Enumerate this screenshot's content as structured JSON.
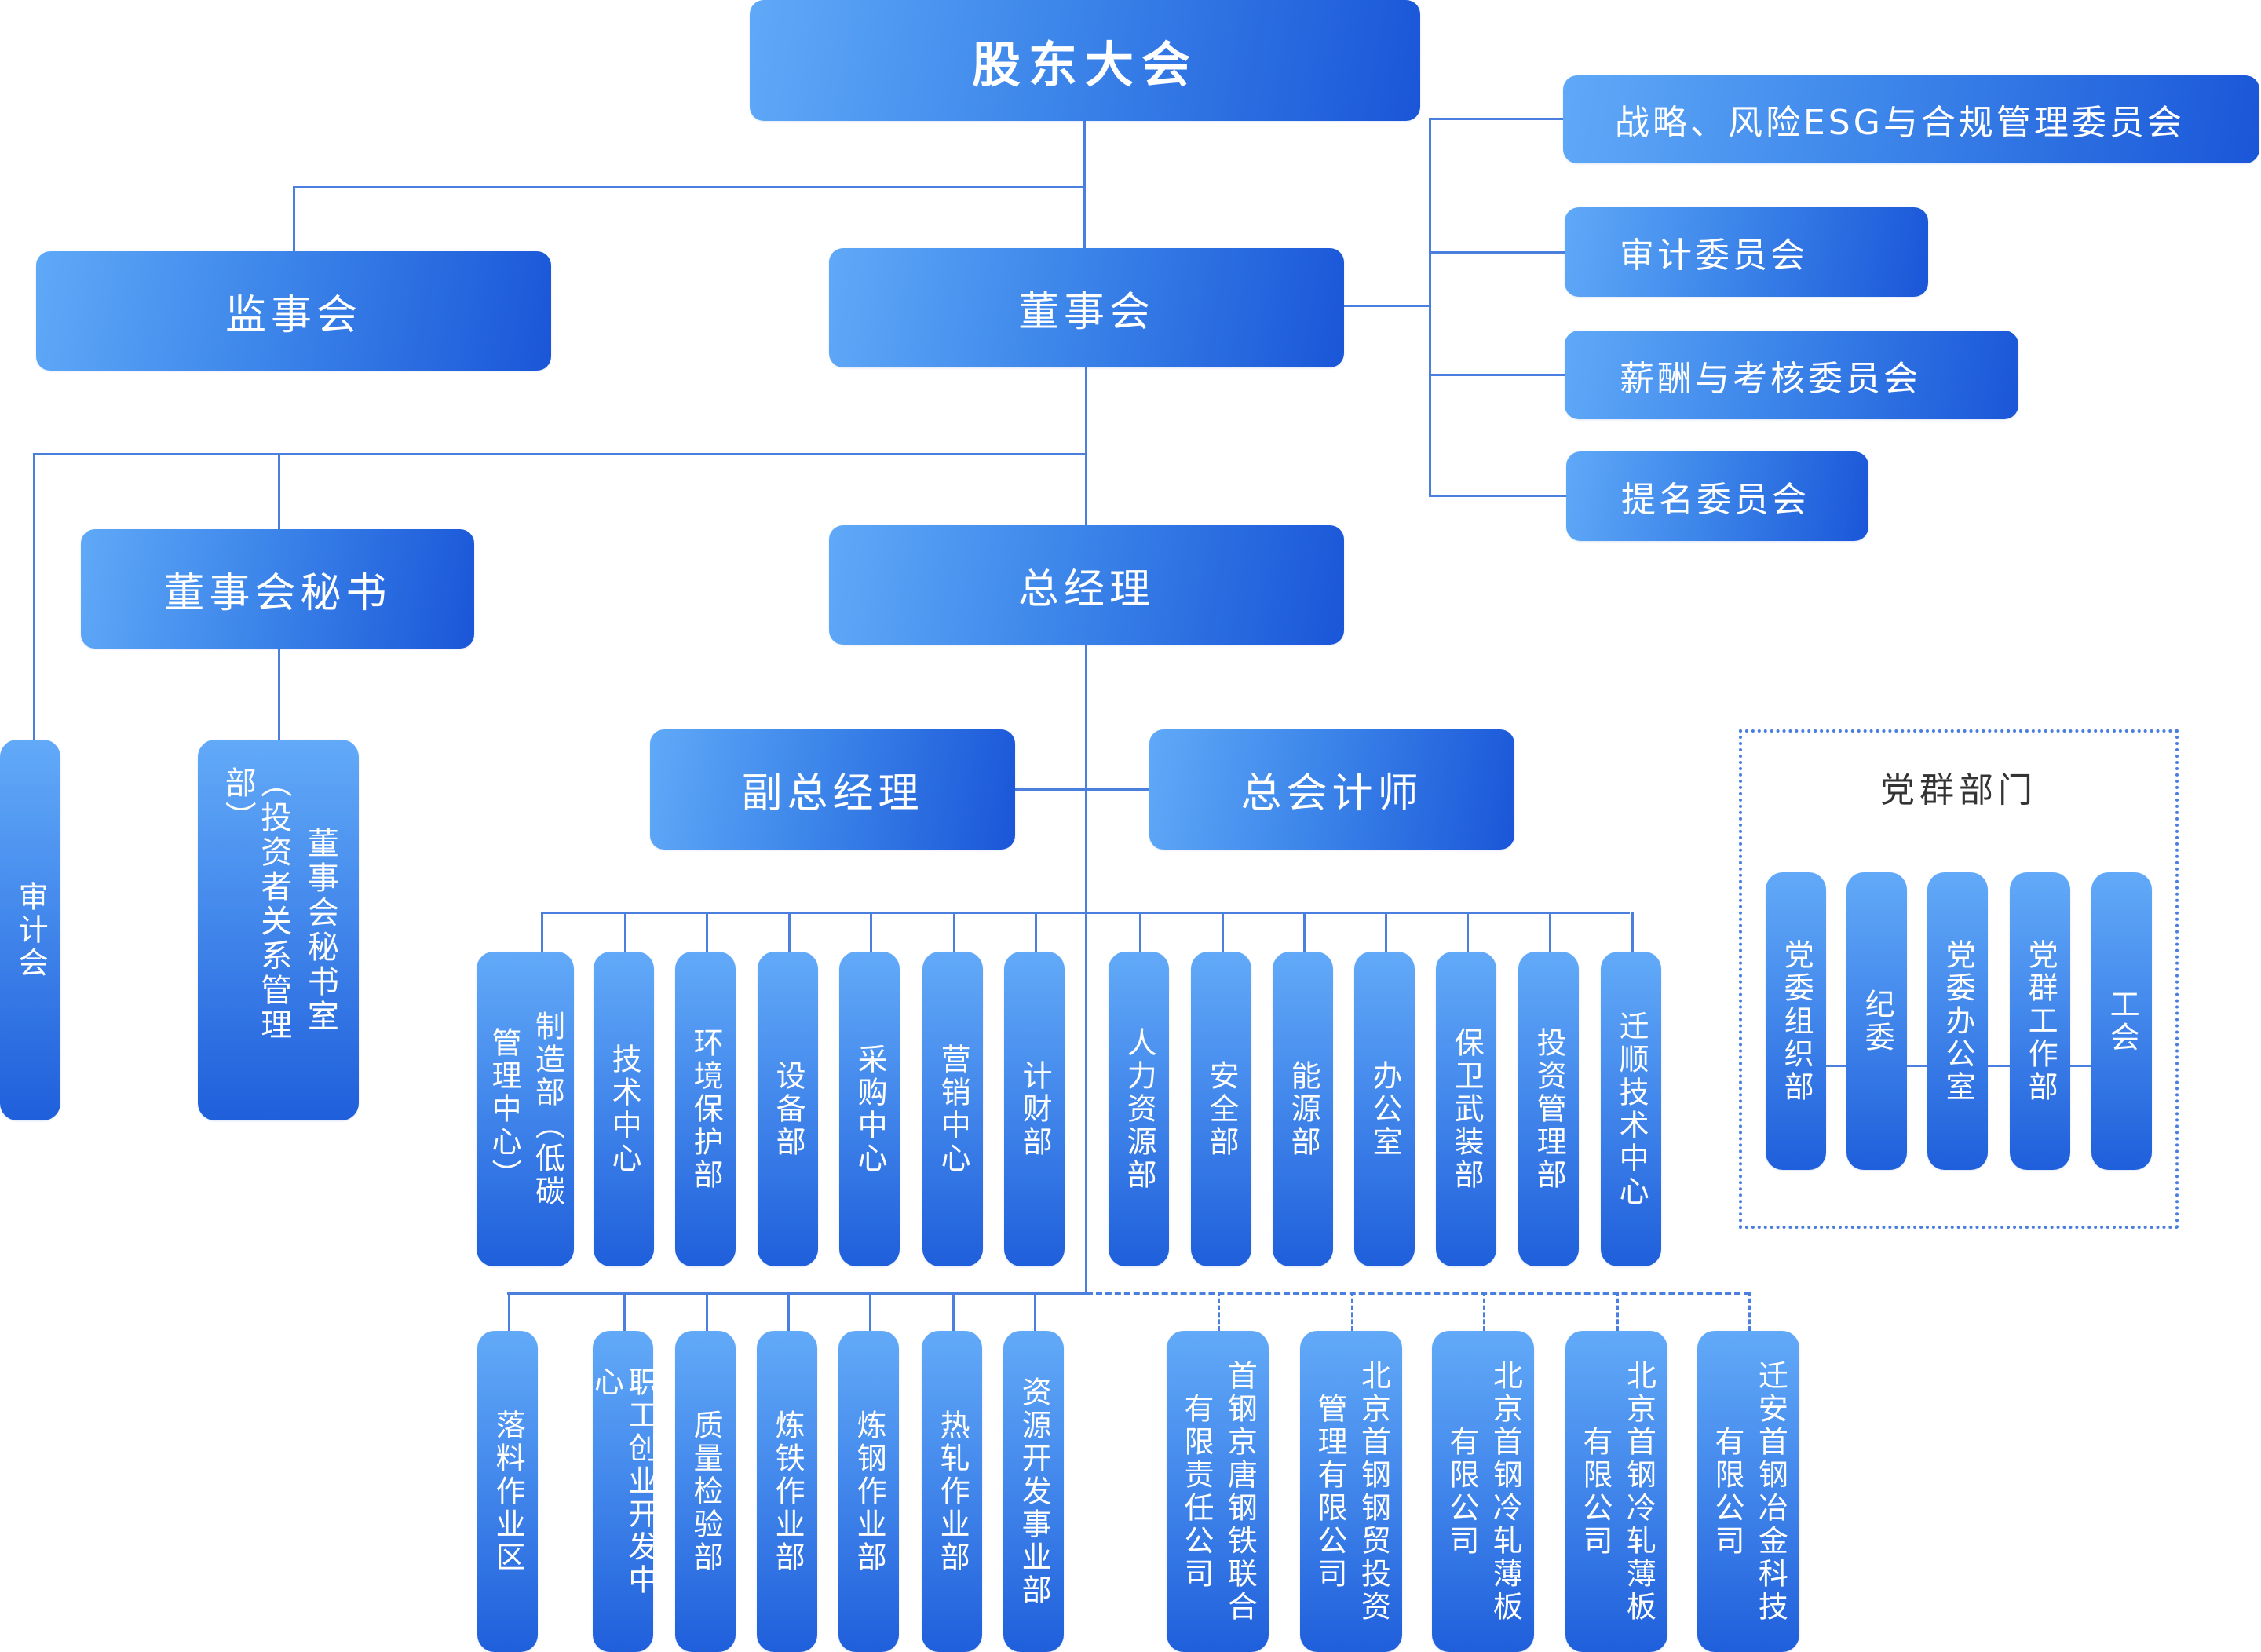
{
  "chart_data": {
    "type": "org-chart",
    "title": "",
    "root": "股东大会",
    "nodes": [
      {
        "id": "shareholders",
        "label": "股东大会",
        "parent": null
      },
      {
        "id": "supervisory",
        "label": "监事会",
        "parent": "shareholders"
      },
      {
        "id": "board",
        "label": "董事会",
        "parent": "shareholders"
      },
      {
        "id": "cmt-strategy",
        "label": "战略、风险ESG与合规管理委员会",
        "parent": "board"
      },
      {
        "id": "cmt-audit",
        "label": "审计委员会",
        "parent": "board"
      },
      {
        "id": "cmt-comp",
        "label": "薪酬与考核委员会",
        "parent": "board"
      },
      {
        "id": "cmt-nom",
        "label": "提名委员会",
        "parent": "board"
      },
      {
        "id": "audit-office",
        "label": "审计会",
        "parent": "board"
      },
      {
        "id": "board-secretary",
        "label": "董事会秘书",
        "parent": "board"
      },
      {
        "id": "board-sec-office",
        "label": "董事会秘书室",
        "sublabel": "（投资者关系管理部）",
        "parent": "board-secretary"
      },
      {
        "id": "gm",
        "label": "总经理",
        "parent": "board"
      },
      {
        "id": "deputy-gm",
        "label": "副总经理",
        "parent": "gm"
      },
      {
        "id": "cfo",
        "label": "总会计师",
        "parent": "gm"
      }
    ],
    "departments_row1": [
      "制造部（低碳管理中心）",
      "技术中心",
      "环境保护部",
      "设备部",
      "采购中心",
      "营销中心",
      "计财部",
      "人力资源部",
      "安全部",
      "能源部",
      "办公室",
      "保卫武装部",
      "投资管理部",
      "迁顺技术中心"
    ],
    "departments_row2": [
      "落料作业区",
      "职工创业开发中心",
      "质量检验部",
      "炼铁作业部",
      "炼钢作业部",
      "热轧作业部",
      "资源开发事业部"
    ],
    "subsidiaries": [
      "首钢京唐钢铁联合有限责任公司",
      "北京首钢钢贸投资管理有限公司",
      "北京首钢冷轧薄板有限公司",
      "北京首钢冷轧薄板有限公司",
      "迁安首钢冶金科技有限公司"
    ],
    "subsidiary_link_style": "dashed",
    "party_group": {
      "title": "党群部门",
      "members": [
        "党委组织部",
        "纪委",
        "党委办公室",
        "党群工作部",
        "工会"
      ]
    }
  },
  "top": {
    "shareholders": "股东大会",
    "supervisory": "监事会",
    "board": "董事会",
    "board_secretary": "董事会秘书",
    "gm": "总经理",
    "deputy_gm": "副总经理",
    "cfo": "总会计师",
    "audit_office": "审计会",
    "board_sec_office_a": "董事会秘书室",
    "board_sec_office_b": "（投资者关系管理部）"
  },
  "committees": [
    "战略、风险ESG与合规管理委员会",
    "审计委员会",
    "薪酬与考核委员会",
    "提名委员会"
  ],
  "row1": [
    {
      "a": "制造部（低碳",
      "b": "管理中心）"
    },
    {
      "a": "技术中心"
    },
    {
      "a": "环境保护部"
    },
    {
      "a": "设备部"
    },
    {
      "a": "采购中心"
    },
    {
      "a": "营销中心"
    },
    {
      "a": "计财部"
    },
    {
      "a": "人力资源部"
    },
    {
      "a": "安全部"
    },
    {
      "a": "能源部"
    },
    {
      "a": "办公室"
    },
    {
      "a": "保卫武装部"
    },
    {
      "a": "投资管理部"
    },
    {
      "a": "迁顺技术中心"
    }
  ],
  "row2": [
    {
      "a": "落料作业区"
    },
    {
      "a": "职工创业开发中心"
    },
    {
      "a": "质量检验部"
    },
    {
      "a": "炼铁作业部"
    },
    {
      "a": "炼钢作业部"
    },
    {
      "a": "热轧作业部"
    },
    {
      "a": "资源开发事业部"
    }
  ],
  "subs": [
    {
      "a": "首钢京唐钢铁联合",
      "b": "有限责任公司"
    },
    {
      "a": "北京首钢钢贸投资",
      "b": "管理有限公司"
    },
    {
      "a": "北京首钢冷轧薄板",
      "b": "有限公司"
    },
    {
      "a": "北京首钢冷轧薄板",
      "b": "有限公司"
    },
    {
      "a": "迁安首钢冶金科技",
      "b": "有限公司"
    }
  ],
  "party": {
    "title": "党群部门",
    "members": [
      "党委组织部",
      "纪委",
      "党委办公室",
      "党群工作部",
      "工会"
    ]
  },
  "colors": {
    "node_light": "#60a9f8",
    "node_dark": "#1a56d8",
    "connector": "#4a7fe0",
    "text": "#ffffff",
    "party_title": "#333333"
  }
}
